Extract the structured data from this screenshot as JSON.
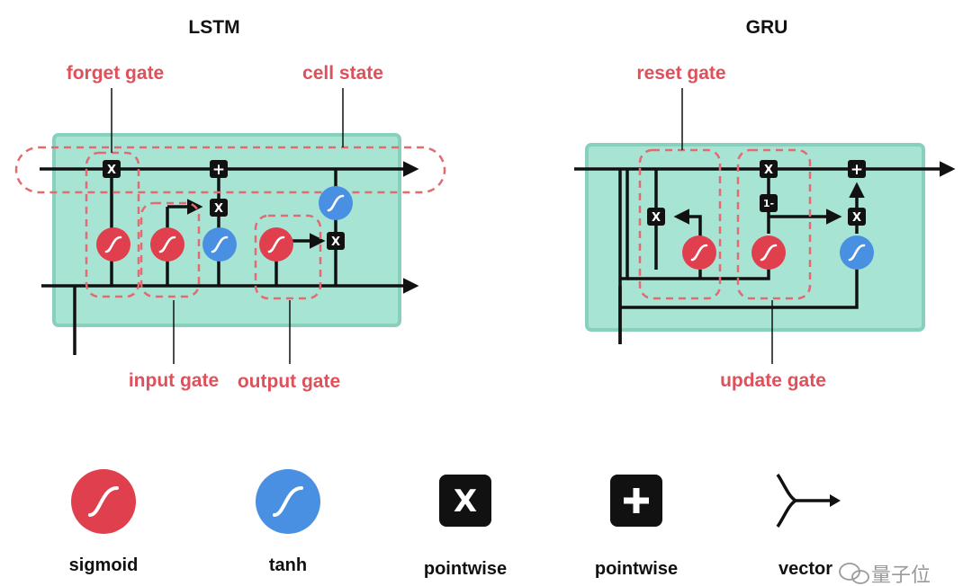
{
  "titles": {
    "lstm": "LSTM",
    "gru": "GRU"
  },
  "lstm_labels": {
    "forget_gate": "forget gate",
    "cell_state": "cell state",
    "input_gate": "input gate",
    "output_gate": "output gate"
  },
  "gru_labels": {
    "reset_gate": "reset gate",
    "update_gate": "update gate"
  },
  "operators": {
    "multiply": "X",
    "add": "+",
    "one_minus": "1-"
  },
  "legend": [
    {
      "label": "sigmoid",
      "icon": "sigmoid-icon"
    },
    {
      "label": "tanh",
      "icon": "tanh-icon"
    },
    {
      "label": "pointwise",
      "icon": "pointwise-multiplication-icon"
    },
    {
      "label": "pointwise",
      "icon": "pointwise-addition-icon"
    },
    {
      "label": "vector",
      "icon": "vector-concatenation-icon"
    }
  ],
  "watermark": "量子位",
  "colors": {
    "cell_fill": "#a8e4d4",
    "cell_border": "#88d0be",
    "sigmoid": "#e0404e",
    "tanh": "#4a90e2",
    "gate_label": "#e0505b",
    "dashed": "#e36a70",
    "line": "#111111"
  }
}
